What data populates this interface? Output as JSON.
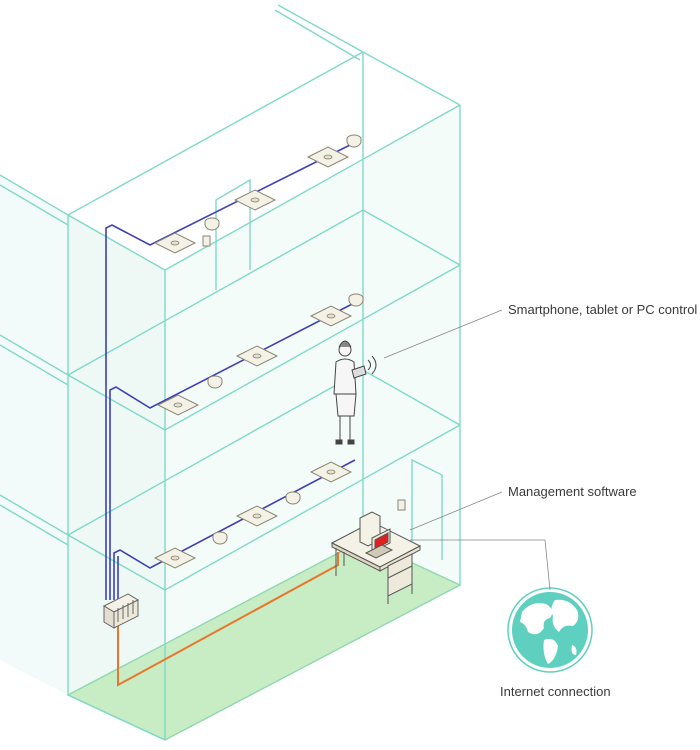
{
  "labels": {
    "control": "Smartphone, tablet or PC control",
    "management": "Management software",
    "internet": "Internet connection"
  },
  "colors": {
    "wall_stroke": "#7fd9c8",
    "wall_fill": "#eef9f6",
    "floor_fill": "#c8ecc4",
    "bus_cable": "#3d3fb5",
    "network_cable": "#e8762c",
    "leader_line": "#888888",
    "globe_ocean": "#5fd0c0",
    "screen_red": "#e02020"
  },
  "icons": {
    "sensor": "ceiling-sensor-icon",
    "luminaire": "luminaire-panel-icon",
    "controller": "controller-box-icon",
    "globe": "globe-icon",
    "person": "person-with-tablet-icon",
    "workstation": "desk-computer-icon"
  }
}
